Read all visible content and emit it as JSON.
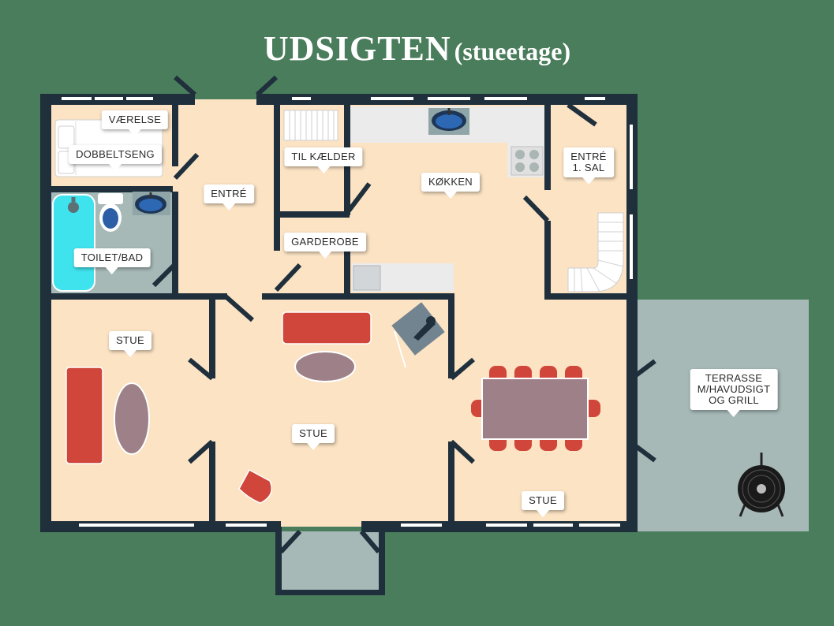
{
  "title": {
    "main": "UDSIGTEN",
    "sub": "(stueetage)"
  },
  "colors": {
    "background": "#4a7d5b",
    "floor": "#fbe3c4",
    "wall": "#1f2f3c",
    "bathroom": "#a6b9b7",
    "terrace": "#a6b9b7",
    "sofa": "#d0463b",
    "table": "#9e8188"
  },
  "rooms": {
    "vaerelse": "VÆRELSE",
    "dobbeltseng": "DOBBELTSENG",
    "entre": "ENTRÉ",
    "til_kaelder": "TIL KÆLDER",
    "kokken": "KØKKEN",
    "entre_1_sal": "ENTRÉ\n1. SAL",
    "toilet_bad": "TOILET/BAD",
    "garderobe": "GARDEROBE",
    "stue_left": "STUE",
    "stue_center": "STUE",
    "stue_bottom": "STUE",
    "terrasse": "TERRASSE\nM/HAVUDSIGT\nOG GRILL"
  },
  "icons": [
    "sofa-icon",
    "coffee-table-icon",
    "dining-table-icon",
    "chair-icon",
    "armchair-icon",
    "grill-icon",
    "bathtub-icon",
    "toilet-icon",
    "sink-icon",
    "stove-icon",
    "staircase-icon",
    "bed-icon",
    "floor-lamp-icon"
  ]
}
